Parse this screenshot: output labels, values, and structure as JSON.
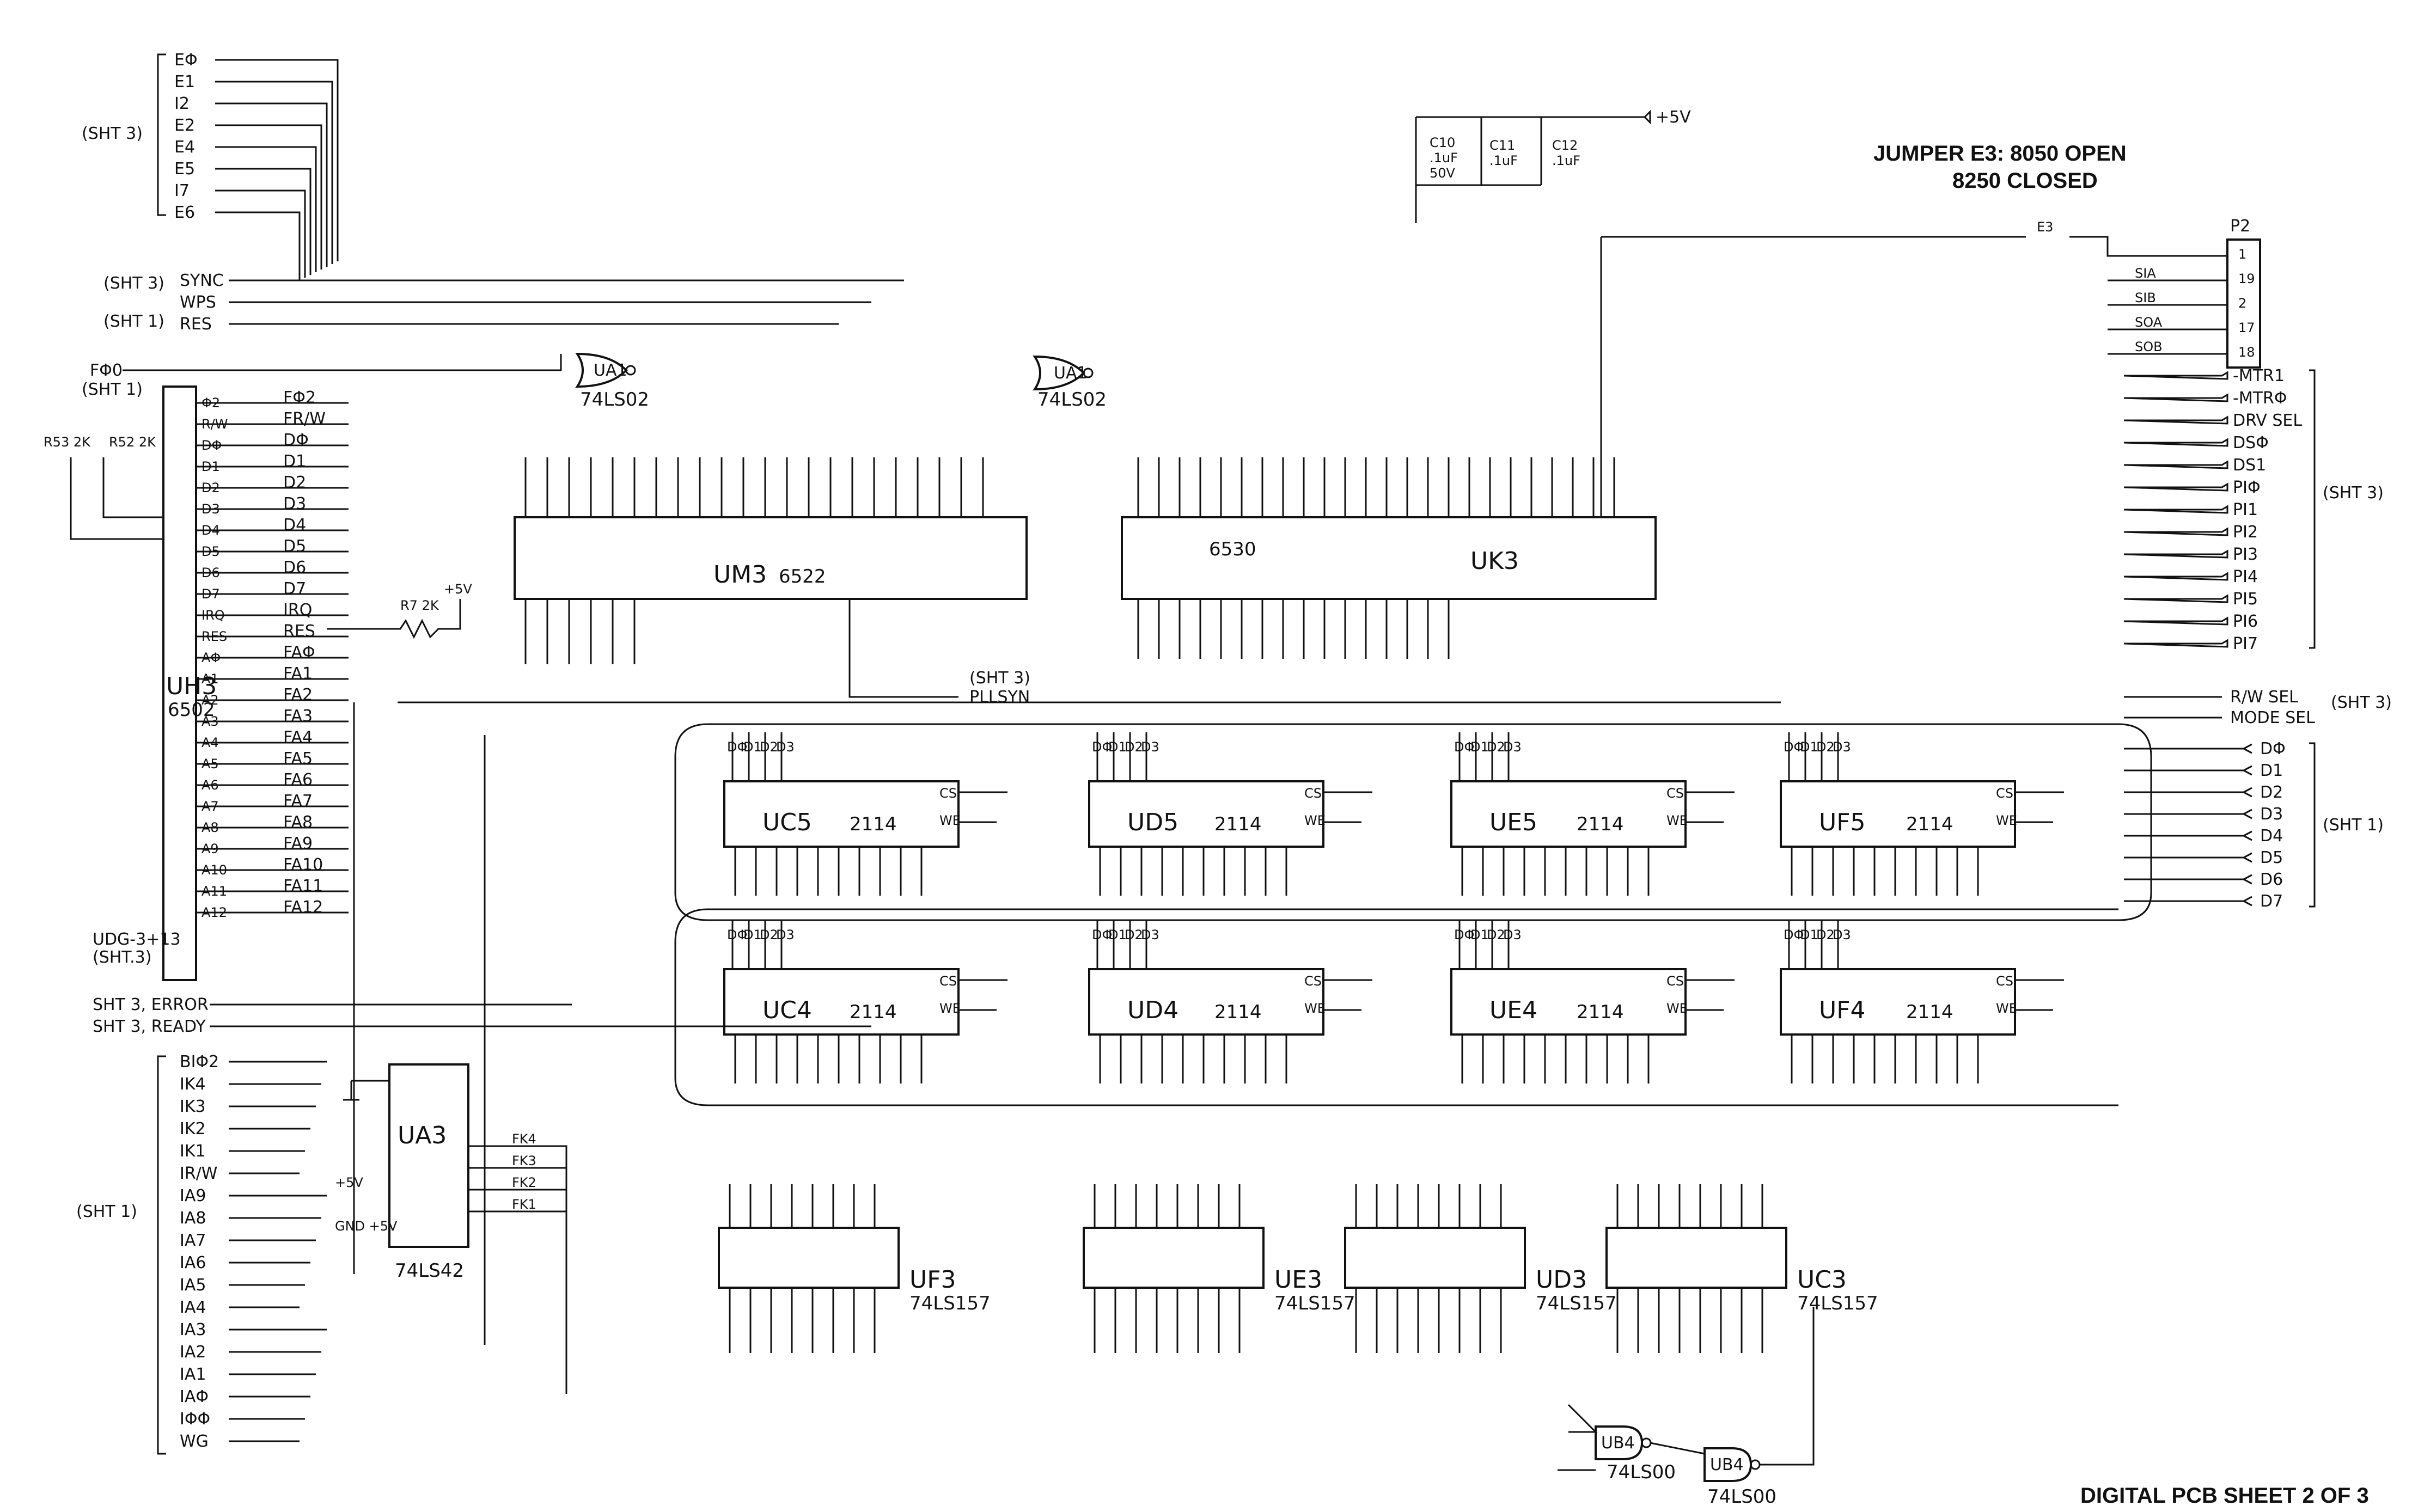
{
  "jumper_note": {
    "line1": "JUMPER E3: 8050 OPEN",
    "line2": "8250 CLOSED"
  },
  "footer": "DIGITAL PCB SHEET 2 OF 3",
  "power": {
    "rail": "+5V",
    "gnd": "GND +5V"
  },
  "caps": [
    {
      "ref": "C10",
      "value": ".1uF",
      "voltage": "50V"
    },
    {
      "ref": "C11",
      "value": ".1uF"
    },
    {
      "ref": "C12",
      "value": ".1uF"
    }
  ],
  "connector": {
    "ref": "P2",
    "jumper": "E3",
    "pins": [
      "1",
      "19",
      "2",
      "17",
      "18"
    ],
    "signals": [
      "SIA",
      "SIB",
      "SOA",
      "SOB"
    ]
  },
  "sheet_refs": {
    "sht3": "(SHT 3)",
    "sht1": "(SHT 1)"
  },
  "left_top_signals": [
    "EΦ",
    "E1",
    "I2",
    "E2",
    "E4",
    "E5",
    "I7",
    "E6"
  ],
  "left_mid_signals": [
    "SYNC",
    "WPS",
    "RES"
  ],
  "left_bottom_signals": [
    "BIΦ2",
    "IK4",
    "IK3",
    "IK2",
    "IK1",
    "IR/W",
    "IA9",
    "IA8",
    "IA7",
    "IA6",
    "IA5",
    "IA4",
    "IA3",
    "IA2",
    "IA1",
    "IAΦ",
    "IΦΦ",
    "WG"
  ],
  "right_top_signals": [
    "-MTR1",
    "-MTRΦ",
    "DRV SEL",
    "DSΦ",
    "DS1",
    "PIΦ",
    "PI1",
    "PI2",
    "PI3",
    "PI4",
    "PI5",
    "PI6",
    "PI7"
  ],
  "right_mid_signals": [
    "R/W SEL",
    "MODE SEL"
  ],
  "right_data_signals": [
    "DΦ",
    "D1",
    "D2",
    "D3",
    "D4",
    "D5",
    "D6",
    "D7"
  ],
  "misc_labels": {
    "fphi0": "FΦ0",
    "sht1_fphi": "(SHT 1)",
    "pllsyn": "PLLSYN",
    "sht3_pll": "(SHT 3)",
    "udg": "UDG-3+13",
    "udg_sht": "(SHT.3)",
    "error": "SHT 3, ERROR",
    "ready": "SHT 3, READY",
    "r53": "R53 2K",
    "r52": "R52 2K",
    "r7": "R7 2K",
    "plus5": "+5V"
  },
  "chips": {
    "uh3": {
      "name": "UH3",
      "part": "6502"
    },
    "um3": {
      "name": "UM3",
      "part": "6522"
    },
    "uk3": {
      "name": "UK3",
      "part": "6530"
    },
    "ua1a": {
      "name": "UA1",
      "part": "74LS02"
    },
    "ua1b": {
      "name": "UA1",
      "part": "74LS02"
    },
    "ua3": {
      "name": "UA3",
      "part": "74LS42"
    },
    "uc5": {
      "name": "UC5",
      "part": "2114"
    },
    "ud5": {
      "name": "UD5",
      "part": "2114"
    },
    "ue5": {
      "name": "UE5",
      "part": "2114"
    },
    "uf5": {
      "name": "UF5",
      "part": "2114"
    },
    "uc4": {
      "name": "UC4",
      "part": "2114"
    },
    "ud4": {
      "name": "UD4",
      "part": "2114"
    },
    "ue4": {
      "name": "UE4",
      "part": "2114"
    },
    "uf4": {
      "name": "UF4",
      "part": "2114"
    },
    "uf3": {
      "name": "UF3",
      "part": "74LS157"
    },
    "ue3": {
      "name": "UE3",
      "part": "74LS157"
    },
    "ud3": {
      "name": "UD3",
      "part": "74LS157"
    },
    "uc3": {
      "name": "UC3",
      "part": "74LS157"
    },
    "ub4a": {
      "name": "UB4",
      "part": "74LS00"
    },
    "ub4b": {
      "name": "UB4",
      "part": "74LS00"
    }
  },
  "cpu_pins": [
    "Φ2",
    "R/W",
    "DΦ",
    "D1",
    "D2",
    "D3",
    "D4",
    "D5",
    "D6",
    "D7",
    "IRQ",
    "RES",
    "AΦ",
    "A1",
    "A2",
    "A3",
    "A4",
    "A5",
    "A6",
    "A7",
    "A8",
    "A9",
    "A10",
    "A11",
    "A12"
  ],
  "cpu_nets": [
    "FΦ2",
    "FR/W",
    "DΦ",
    "D1",
    "D2",
    "D3",
    "D4",
    "D5",
    "D6",
    "D7",
    "IRQ",
    "RES",
    "FAΦ",
    "FA1",
    "FA2",
    "FA3",
    "FA4",
    "FA5",
    "FA6",
    "FA7",
    "FA8",
    "FA9",
    "FA10",
    "FA11",
    "FA12"
  ],
  "ram_pins": [
    "DΦ",
    "D1",
    "D2",
    "D3",
    "CS",
    "WE"
  ],
  "ua3_outputs": [
    "FK4",
    "FK3",
    "FK2",
    "FK1"
  ]
}
